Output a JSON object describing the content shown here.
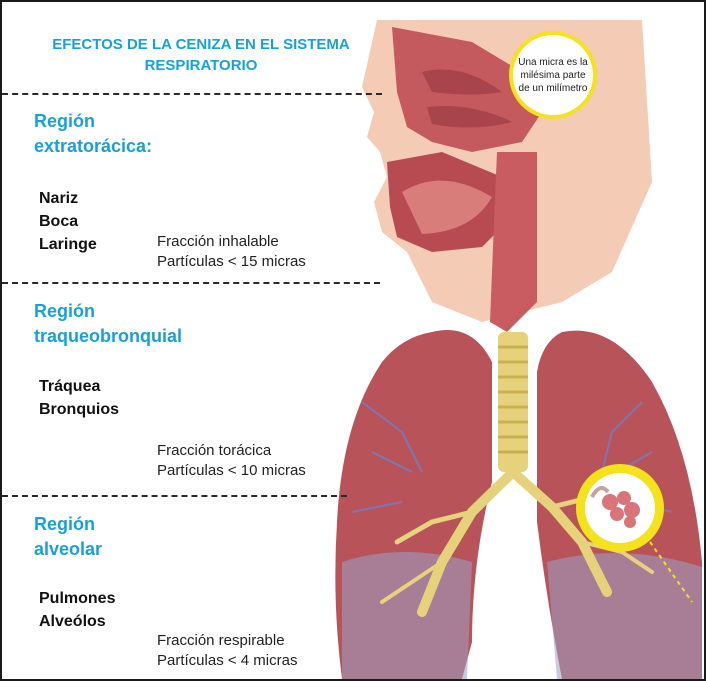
{
  "title": {
    "line1": "EFECTOS DE LA CENIZA EN EL  SISTEMA",
    "line2": "RESPIRATORIO"
  },
  "callout": {
    "text": "Una micra es la milésima parte de un milímetro"
  },
  "regions": [
    {
      "title_line1": "Región",
      "title_line2": "extratorácica:",
      "organs": [
        "Nariz",
        "Boca",
        "Laringe"
      ],
      "fraction": "Fracción inhalable",
      "particles": "Partículas < 15 micras"
    },
    {
      "title_line1": "Región",
      "title_line2": "traqueobronquial",
      "organs": [
        "Tráquea",
        "Bronquios"
      ],
      "fraction": "Fracción torácica",
      "particles": "Partículas < 10 micras"
    },
    {
      "title_line1": "Región",
      "title_line2": "alveolar",
      "organs": [
        "Pulmones",
        "Alveólos"
      ],
      "fraction": "Fracción respirable",
      "particles": "Partículas < 4 micras"
    }
  ],
  "colors": {
    "accent_blue": "#1aa0d8",
    "lung": "#b8535a",
    "trachea": "#e6d27a",
    "highlight_yellow": "#f4e21c"
  }
}
